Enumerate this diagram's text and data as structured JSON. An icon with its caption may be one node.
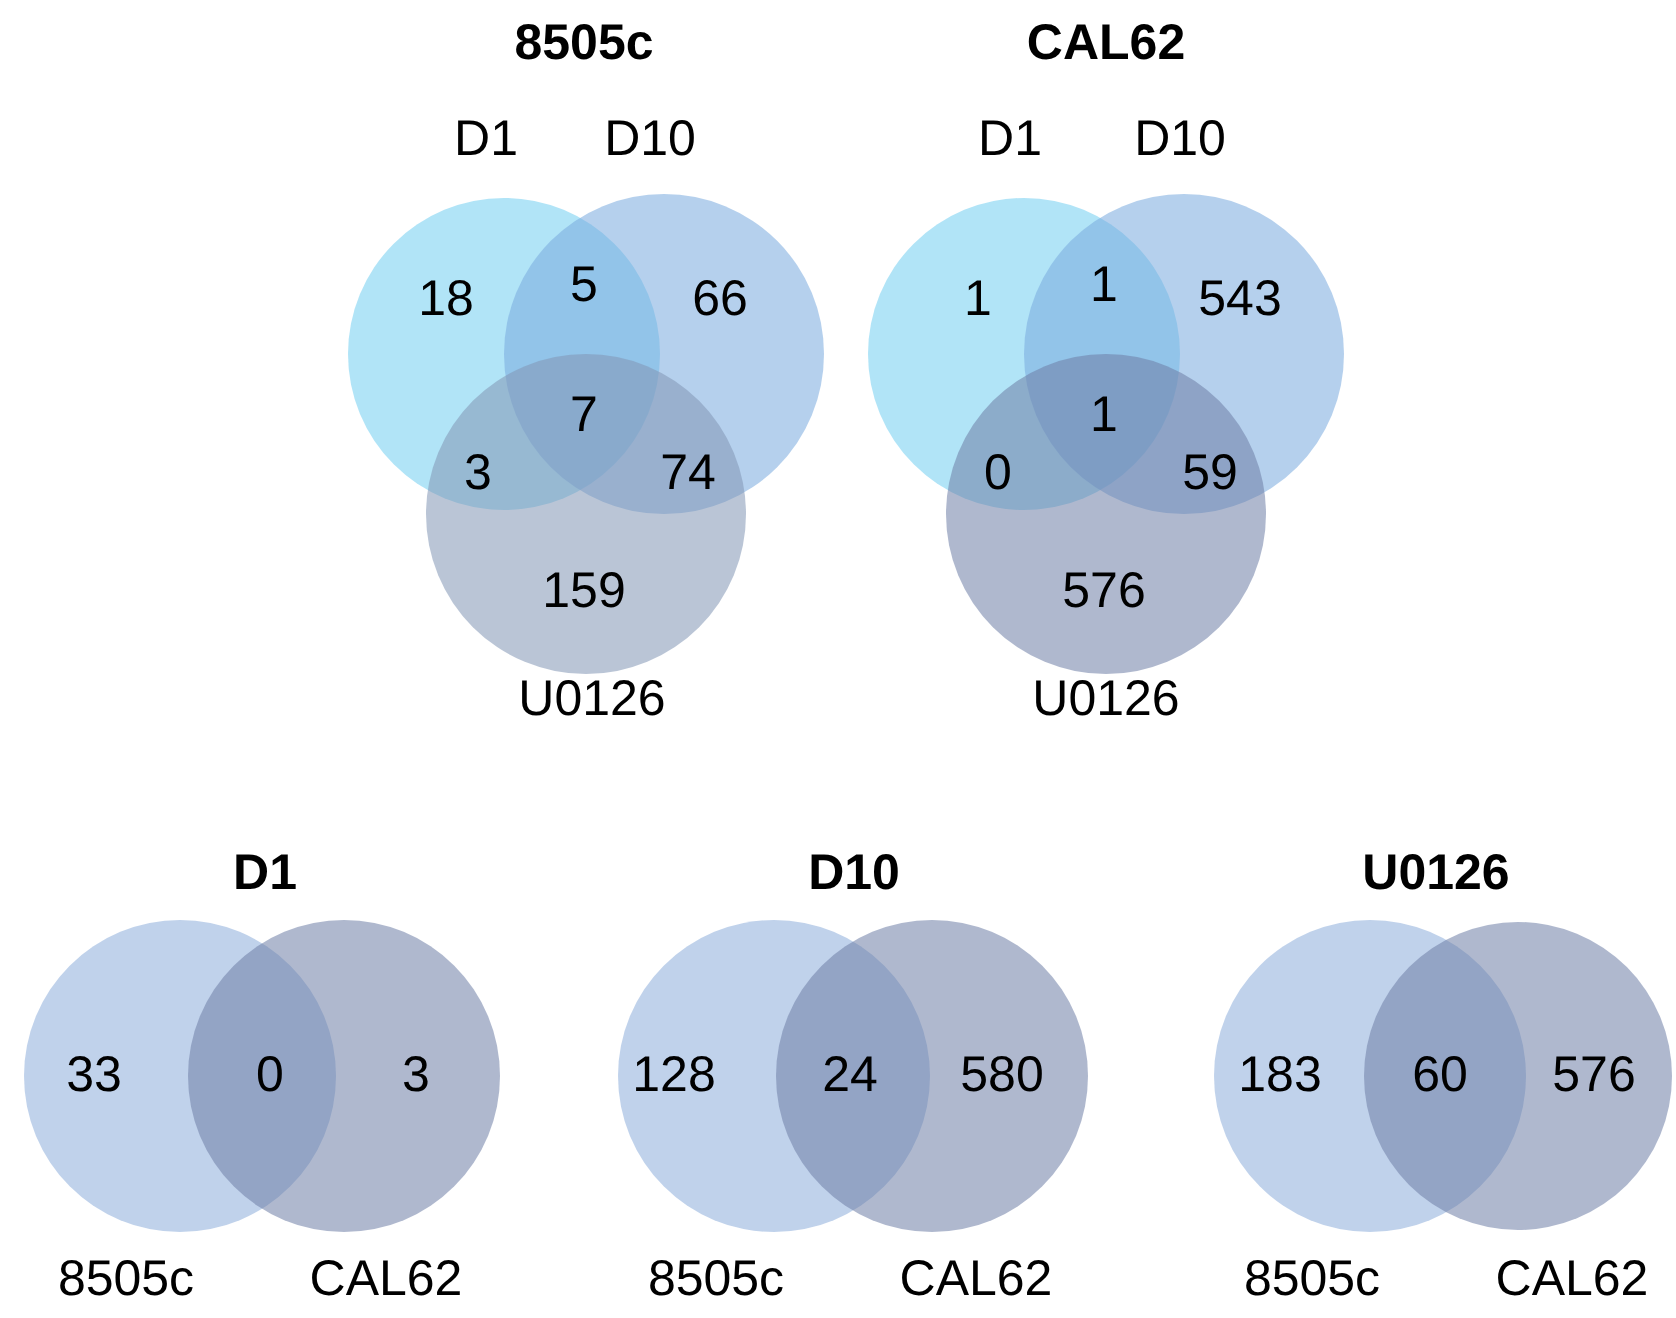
{
  "diagram": {
    "nodes": [
      {
        "text": [
          "8505c"
        ]
      },
      {
        "text": [
          "D1"
        ],
        "in": 0
      },
      {
        "text": [
          "D10"
        ],
        "in": 0
      },
      {
        "text": [
          "U0126"
        ],
        "in": 0
      },
      {
        "text": [
          "CAL62"
        ]
      },
      {
        "text": [
          "D1"
        ],
        "in": 4
      },
      {
        "text": [
          "D10"
        ],
        "in": 4
      },
      {
        "text": [
          "U0126"
        ],
        "in": 4
      },
      {
        "text": [
          "D1"
        ]
      },
      {
        "text": [
          "8505c"
        ],
        "in": 8
      },
      {
        "text": [
          "CAL62"
        ],
        "in": 8
      },
      {
        "text": [
          "D10"
        ]
      },
      {
        "text": [
          "8505c"
        ],
        "in": 11
      },
      {
        "text": [
          "CAL62"
        ],
        "in": 11
      },
      {
        "text": [
          "U0126"
        ]
      },
      {
        "text": [
          "8505c"
        ],
        "in": 14
      },
      {
        "text": [
          "CAL62"
        ],
        "in": 14
      }
    ],
    "labels": [
      "18",
      "5",
      "66",
      "7",
      "3",
      "74",
      "159",
      "1",
      "1",
      "543",
      "1",
      "0",
      "59",
      "576",
      "33",
      "0",
      "3",
      "128",
      "24",
      "580",
      "183",
      "60",
      "576"
    ]
  }
}
